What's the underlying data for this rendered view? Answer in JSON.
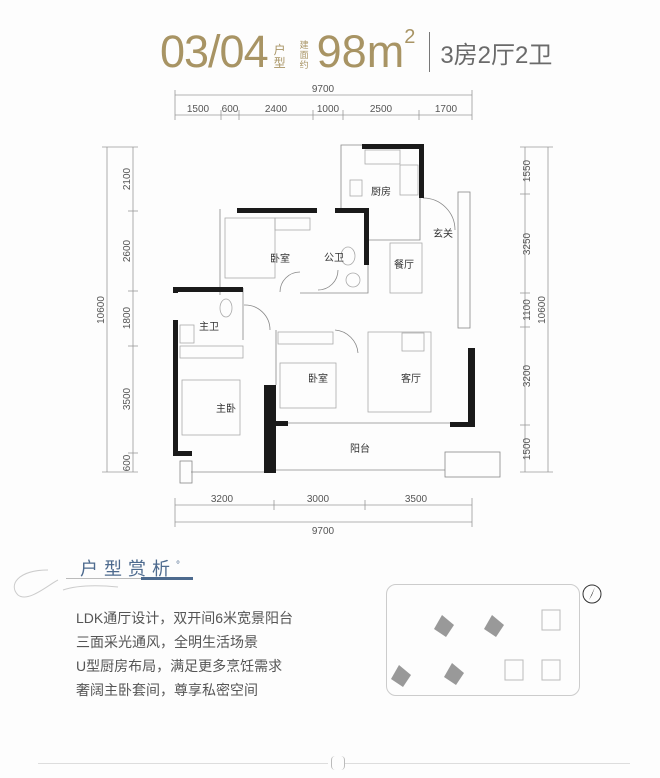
{
  "header": {
    "unit": "03/04",
    "unit_label": [
      "户",
      "型"
    ],
    "area_label": [
      "建",
      "面",
      "约"
    ],
    "area": "98m",
    "area_sup": "2",
    "layout": "3房2厅2卫"
  },
  "dimensions": {
    "top_total": "9700",
    "top_segments": [
      "1500",
      "600",
      "2400",
      "1000",
      "2500",
      "1700"
    ],
    "bottom_segments": [
      "3200",
      "3000",
      "3500"
    ],
    "bottom_total": "9700",
    "left_total": "10600",
    "left_segments": [
      "2100",
      "2600",
      "1800",
      "3500",
      "600"
    ],
    "right_total": "10600",
    "right_segments": [
      "1550",
      "3250",
      "1100",
      "3200",
      "1500"
    ]
  },
  "rooms": {
    "kitchen": "厨房",
    "entrance": "玄关",
    "bedroom_2": "卧室",
    "public_bath": "公卫",
    "dining": "餐厅",
    "master_bath": "主卫",
    "bedroom_3": "卧室",
    "living": "客厅",
    "master_bedroom": "主卧",
    "balcony": "阳台"
  },
  "analysis": {
    "title": "户型赏析",
    "title_mark": "°",
    "points": [
      "LDK通厅设计，双开间6米宽景阳台",
      "三面采光通风，全明生活场景",
      "U型厨房布局，满足更多烹饪需求",
      "奢阔主卧套间，尊享私密空间"
    ]
  },
  "colors": {
    "gold": "#a89464",
    "blue": "#4d6a8e",
    "wall": "#1a1a1a"
  }
}
